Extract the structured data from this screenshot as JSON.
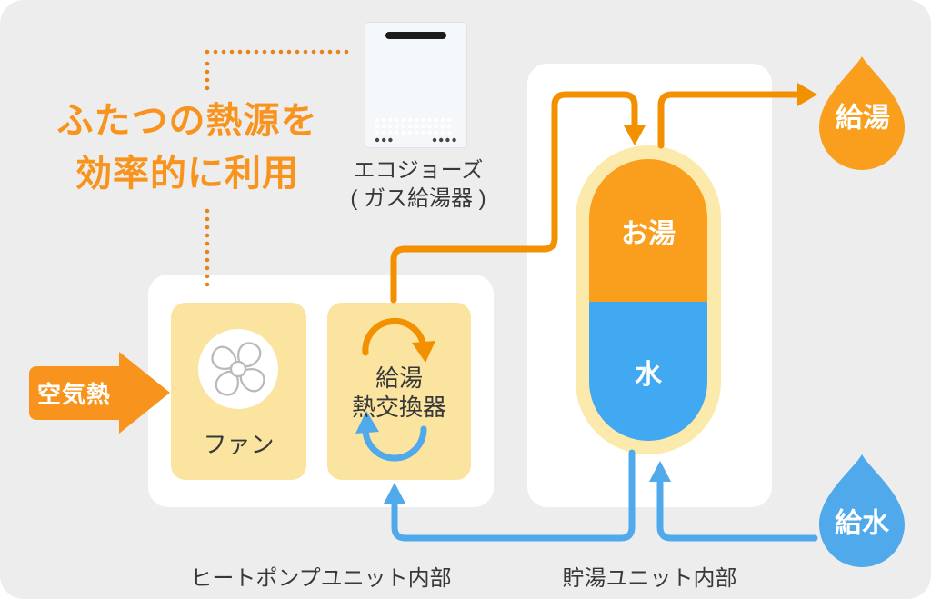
{
  "headline": {
    "line1": "ふたつの熱源を",
    "line2": "効率的に利用"
  },
  "gas_heater": {
    "name": "エコジョーズ",
    "sub": "( ガス給湯器 )"
  },
  "heat_pump_unit": {
    "caption": "ヒートポンプユニット内部",
    "fan": {
      "label": "ファン"
    },
    "heat_exchanger": {
      "label_line1": "給湯",
      "label_line2": "熱交換器"
    }
  },
  "storage_unit": {
    "caption": "貯湯ユニット内部",
    "tank": {
      "hot_label": "お湯",
      "cold_label": "水"
    }
  },
  "flows": {
    "air_heat_label": "空気熱",
    "hot_water_out_label": "給湯",
    "water_in_label": "給水"
  },
  "colors": {
    "bg": "#EDEDED",
    "orange": "#F8941D",
    "orange-fill": "#F99E1D",
    "orange-pipe": "#F39000",
    "blue": "#4FA9EA",
    "tank-blue": "#41A8F2",
    "pale-yellow": "#FCEAAD",
    "box-yellow": "#FAE4A0",
    "ink": "#383838",
    "dot-orange": "#E8821A"
  }
}
